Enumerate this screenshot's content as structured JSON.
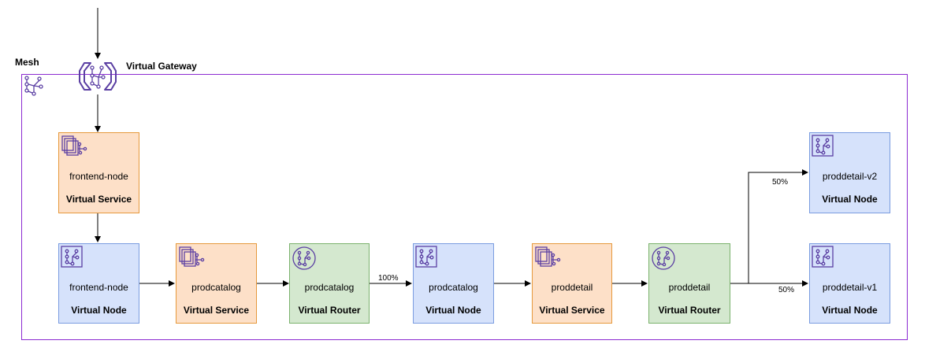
{
  "labels": {
    "mesh": "Mesh",
    "virtual_gateway": "Virtual Gateway"
  },
  "nodes": {
    "frontend_vs": {
      "name": "frontend-node",
      "type": "Virtual Service"
    },
    "frontend_vn": {
      "name": "frontend-node",
      "type": "Virtual Node"
    },
    "prodcatalog_vs": {
      "name": "prodcatalog",
      "type": "Virtual Service"
    },
    "prodcatalog_vr": {
      "name": "prodcatalog",
      "type": "Virtual Router"
    },
    "prodcatalog_vn": {
      "name": "prodcatalog",
      "type": "Virtual Node"
    },
    "proddetail_vs": {
      "name": "proddetail",
      "type": "Virtual Service"
    },
    "proddetail_vr": {
      "name": "proddetail",
      "type": "Virtual Router"
    },
    "proddetail_v2": {
      "name": "proddetail-v2",
      "type": "Virtual Node"
    },
    "proddetail_v1": {
      "name": "proddetail-v1",
      "type": "Virtual Node"
    }
  },
  "edges": {
    "prodcatalog_router_weight": "100%",
    "proddetail_v2_weight": "50%",
    "proddetail_v1_weight": "50%"
  },
  "colors": {
    "mesh_border": "#8c2bd1",
    "icon": "#5b3fa3",
    "virtual_service_fill": "#fde0c8",
    "virtual_node_fill": "#d6e2fb",
    "virtual_router_fill": "#d4e8cf"
  }
}
